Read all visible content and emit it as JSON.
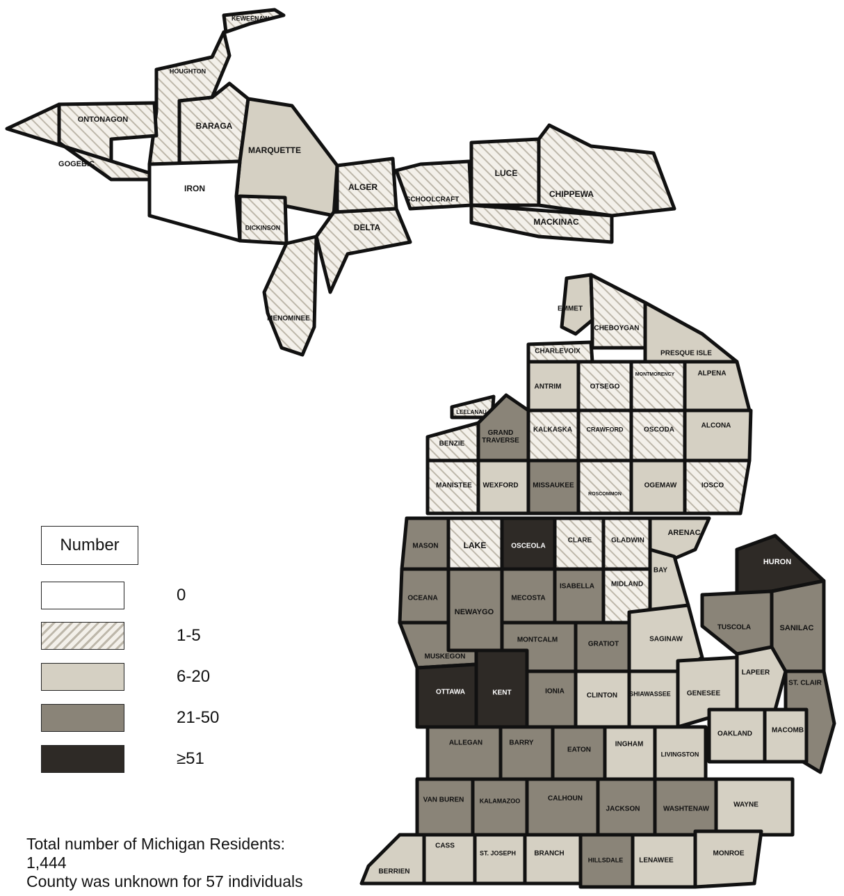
{
  "legend": {
    "title": "Number",
    "bins": [
      {
        "label": "0",
        "fill": "#ffffff"
      },
      {
        "label": "1-5",
        "fill": "hatch"
      },
      {
        "label": "6-20",
        "fill": "#d5d0c3"
      },
      {
        "label": "21-50",
        "fill": "#8a8478"
      },
      {
        "label": "≥51",
        "fill": "#2e2a26"
      }
    ]
  },
  "footnote": {
    "line1": "Total number of Michigan Residents:",
    "line2": "1,444",
    "line3": "County was unknown for 57 individuals"
  },
  "colors": {
    "bin0": "#ffffff",
    "bin1_hatch_bg": "#f3f0ea",
    "bin1_hatch_line": "#bdb7aa",
    "bin2": "#d5d0c3",
    "bin3": "#8a8478",
    "bin4": "#2e2a26",
    "border": "#111111"
  },
  "counties": [
    {
      "name": "KEWEENAW",
      "bin": 1
    },
    {
      "name": "HOUGHTON",
      "bin": 1
    },
    {
      "name": "ONTONAGON",
      "bin": 1
    },
    {
      "name": "GOGEBIC",
      "bin": 1
    },
    {
      "name": "BARAGA",
      "bin": 1
    },
    {
      "name": "MARQUETTE",
      "bin": 2
    },
    {
      "name": "IRON",
      "bin": 0
    },
    {
      "name": "DICKINSON",
      "bin": 1
    },
    {
      "name": "MENOMINEE",
      "bin": 1
    },
    {
      "name": "ALGER",
      "bin": 1
    },
    {
      "name": "DELTA",
      "bin": 1
    },
    {
      "name": "SCHOOLCRAFT",
      "bin": 1
    },
    {
      "name": "LUCE",
      "bin": 1
    },
    {
      "name": "CHIPPEWA",
      "bin": 1
    },
    {
      "name": "MACKINAC",
      "bin": 1
    },
    {
      "name": "EMMET",
      "bin": 2
    },
    {
      "name": "CHEBOYGAN",
      "bin": 1
    },
    {
      "name": "PRESQUE ISLE",
      "bin": 2
    },
    {
      "name": "CHARLEVOIX",
      "bin": 1
    },
    {
      "name": "ANTRIM",
      "bin": 2
    },
    {
      "name": "OTSEGO",
      "bin": 1
    },
    {
      "name": "MONTMORENCY",
      "bin": 1
    },
    {
      "name": "ALPENA",
      "bin": 2
    },
    {
      "name": "LEELANAU",
      "bin": 1
    },
    {
      "name": "BENZIE",
      "bin": 1
    },
    {
      "name": "GRAND TRAVERSE",
      "bin": 3
    },
    {
      "name": "KALKASKA",
      "bin": 1
    },
    {
      "name": "CRAWFORD",
      "bin": 1
    },
    {
      "name": "OSCODA",
      "bin": 1
    },
    {
      "name": "ALCONA",
      "bin": 2
    },
    {
      "name": "MANISTEE",
      "bin": 1
    },
    {
      "name": "WEXFORD",
      "bin": 2
    },
    {
      "name": "MISSAUKEE",
      "bin": 3
    },
    {
      "name": "ROSCOMMON",
      "bin": 1
    },
    {
      "name": "OGEMAW",
      "bin": 2
    },
    {
      "name": "IOSCO",
      "bin": 1
    },
    {
      "name": "MASON",
      "bin": 3
    },
    {
      "name": "LAKE",
      "bin": 1
    },
    {
      "name": "OSCEOLA",
      "bin": 4
    },
    {
      "name": "CLARE",
      "bin": 1
    },
    {
      "name": "GLADWIN",
      "bin": 1
    },
    {
      "name": "ARENAC",
      "bin": 2
    },
    {
      "name": "HURON",
      "bin": 4
    },
    {
      "name": "OCEANA",
      "bin": 3
    },
    {
      "name": "NEWAYGO",
      "bin": 3
    },
    {
      "name": "MECOSTA",
      "bin": 3
    },
    {
      "name": "ISABELLA",
      "bin": 3
    },
    {
      "name": "MIDLAND",
      "bin": 1
    },
    {
      "name": "BAY",
      "bin": 2
    },
    {
      "name": "TUSCOLA",
      "bin": 3
    },
    {
      "name": "SANILAC",
      "bin": 3
    },
    {
      "name": "MUSKEGON",
      "bin": 3
    },
    {
      "name": "MONTCALM",
      "bin": 3
    },
    {
      "name": "GRATIOT",
      "bin": 3
    },
    {
      "name": "SAGINAW",
      "bin": 2
    },
    {
      "name": "LAPEER",
      "bin": 2
    },
    {
      "name": "ST. CLAIR",
      "bin": 3
    },
    {
      "name": "OTTAWA",
      "bin": 4
    },
    {
      "name": "KENT",
      "bin": 4
    },
    {
      "name": "IONIA",
      "bin": 3
    },
    {
      "name": "CLINTON",
      "bin": 2
    },
    {
      "name": "SHIAWASSEE",
      "bin": 2
    },
    {
      "name": "GENESEE",
      "bin": 2
    },
    {
      "name": "OAKLAND",
      "bin": 2
    },
    {
      "name": "MACOMB",
      "bin": 2
    },
    {
      "name": "ALLEGAN",
      "bin": 3
    },
    {
      "name": "BARRY",
      "bin": 3
    },
    {
      "name": "EATON",
      "bin": 3
    },
    {
      "name": "INGHAM",
      "bin": 2
    },
    {
      "name": "LIVINGSTON",
      "bin": 2
    },
    {
      "name": "VAN BUREN",
      "bin": 3
    },
    {
      "name": "KALAMAZOO",
      "bin": 3
    },
    {
      "name": "CALHOUN",
      "bin": 3
    },
    {
      "name": "JACKSON",
      "bin": 3
    },
    {
      "name": "WASHTENAW",
      "bin": 3
    },
    {
      "name": "WAYNE",
      "bin": 2
    },
    {
      "name": "BERRIEN",
      "bin": 2
    },
    {
      "name": "CASS",
      "bin": 2
    },
    {
      "name": "ST. JOSEPH",
      "bin": 2
    },
    {
      "name": "BRANCH",
      "bin": 2
    },
    {
      "name": "HILLSDALE",
      "bin": 3
    },
    {
      "name": "LENAWEE",
      "bin": 2
    },
    {
      "name": "MONROE",
      "bin": 2
    }
  ]
}
